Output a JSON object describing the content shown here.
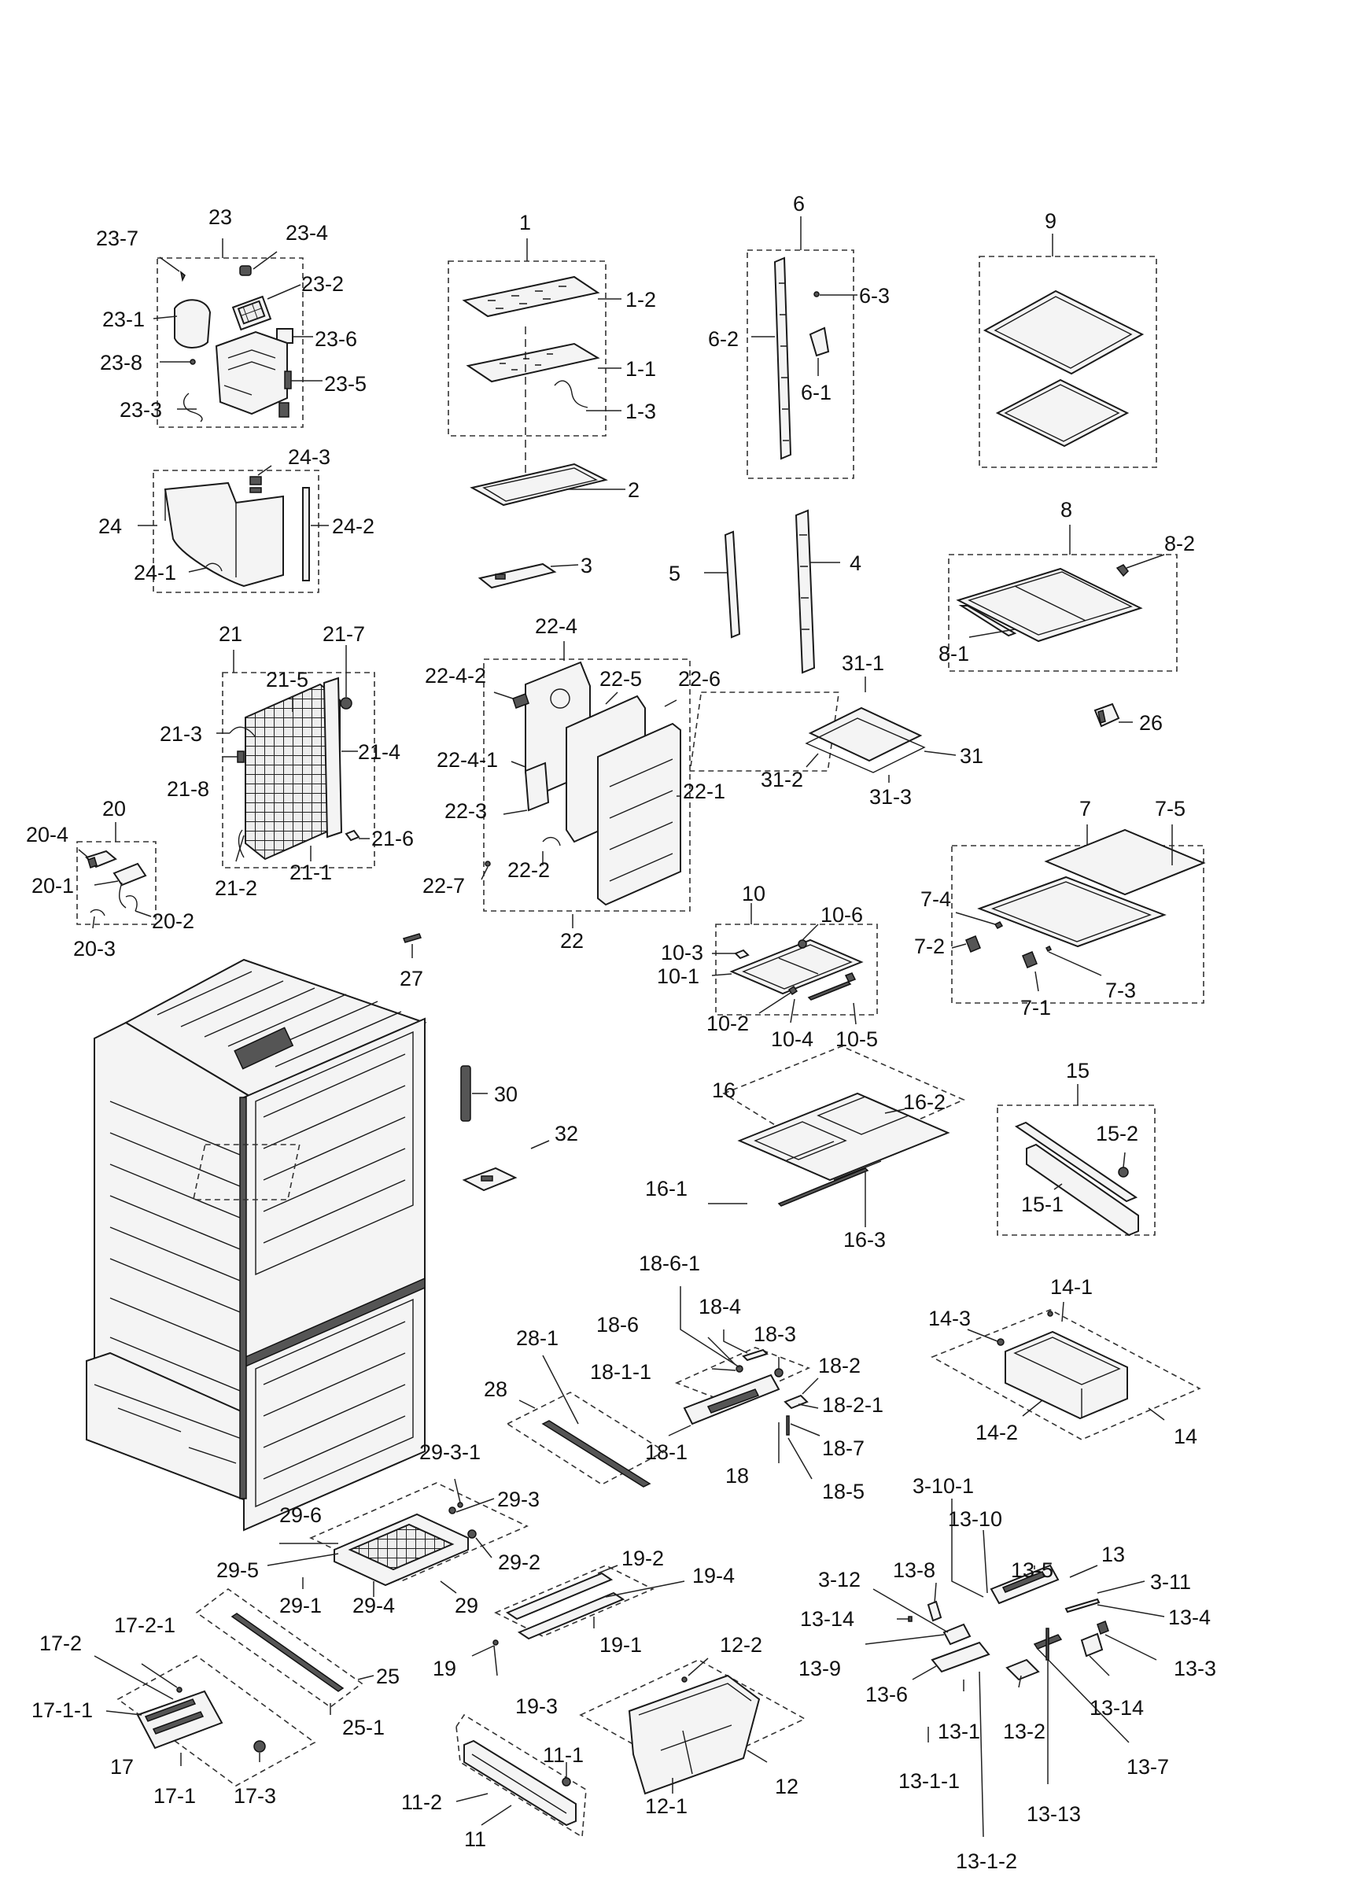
{
  "labels": {
    "l23": "23",
    "l23_7": "23-7",
    "l23_4": "23-4",
    "l23_2": "23-2",
    "l23_1": "23-1",
    "l23_6": "23-6",
    "l23_8": "23-8",
    "l23_5": "23-5",
    "l23_3": "23-3",
    "l24_3": "24-3",
    "l24": "24",
    "l24_2": "24-2",
    "l24_1": "24-1",
    "l1": "1",
    "l1_2": "1-2",
    "l1_1": "1-1",
    "l1_3": "1-3",
    "l2": "2",
    "l3": "3",
    "l6": "6",
    "l6_3": "6-3",
    "l6_2": "6-2",
    "l6_1": "6-1",
    "l5": "5",
    "l4": "4",
    "l9": "9",
    "l8": "8",
    "l8_2": "8-2",
    "l8_1": "8-1",
    "l26": "26",
    "l21": "21",
    "l21_7": "21-7",
    "l21_5": "21-5",
    "l21_3": "21-3",
    "l21_4": "21-4",
    "l21_8": "21-8",
    "l21_6": "21-6",
    "l21_2": "21-2",
    "l21_1": "21-1",
    "l22_4": "22-4",
    "l22_4_2": "22-4-2",
    "l22_5": "22-5",
    "l22_6": "22-6",
    "l22_4_1": "22-4-1",
    "l22_1": "22-1",
    "l22_3": "22-3",
    "l22_2": "22-2",
    "l22_7": "22-7",
    "l22": "22",
    "l31_1": "31-1",
    "l31": "31",
    "l31_2": "31-2",
    "l31_3": "31-3",
    "l20": "20",
    "l20_4": "20-4",
    "l20_1": "20-1",
    "l20_2": "20-2",
    "l20_3": "20-3",
    "l27": "27",
    "l10": "10",
    "l10_6": "10-6",
    "l10_3": "10-3",
    "l10_1": "10-1",
    "l10_2": "10-2",
    "l10_4": "10-4",
    "l10_5": "10-5",
    "l7": "7",
    "l7_5": "7-5",
    "l7_4": "7-4",
    "l7_2": "7-2",
    "l7_3": "7-3",
    "l7_1": "7-1",
    "l30": "30",
    "l32": "32",
    "l16": "16",
    "l16_2": "16-2",
    "l16_1": "16-1",
    "l16_3": "16-3",
    "l15": "15",
    "l15_2": "15-2",
    "l15_1": "15-1",
    "l18_6_1": "18-6-1",
    "l18_4": "18-4",
    "l18_6": "18-6",
    "l18_3": "18-3",
    "l18_2": "18-2",
    "l18_1_1": "18-1-1",
    "l18_2_1": "18-2-1",
    "l18_7": "18-7",
    "l18_1": "18-1",
    "l18": "18",
    "l18_5": "18-5",
    "l28_1": "28-1",
    "l28": "28",
    "l14_1": "14-1",
    "l14_3": "14-3",
    "l14_2": "14-2",
    "l14": "14",
    "l29_3_1": "29-3-1",
    "l29_3": "29-3",
    "l29_6": "29-6",
    "l29_5": "29-5",
    "l29_2": "29-2",
    "l29_1": "29-1",
    "l29_4": "29-4",
    "l29": "29",
    "l3_10_1": "3-10-1",
    "l13_10": "13-10",
    "l13": "13",
    "l13_8": "13-8",
    "l13_5": "13-5",
    "l3_12": "3-12",
    "l3_11": "3-11",
    "l13_14a": "13-14",
    "l13_4": "13-4",
    "l13_9": "13-9",
    "l13_3": "13-3",
    "l13_6": "13-6",
    "l13_14b": "13-14",
    "l13_1": "13-1",
    "l13_2": "13-2",
    "l13_7": "13-7",
    "l13_1_1": "13-1-1",
    "l13_13": "13-13",
    "l13_1_2": "13-1-2",
    "l19_2": "19-2",
    "l19_4": "19-4",
    "l19_1": "19-1",
    "l19": "19",
    "l19_3": "19-3",
    "l17_2": "17-2",
    "l17_2_1": "17-2-1",
    "l17_1_1": "17-1-1",
    "l17": "17",
    "l17_1": "17-1",
    "l17_3": "17-3",
    "l25": "25",
    "l25_1": "25-1",
    "l12_2": "12-2",
    "l12": "12",
    "l12_1": "12-1",
    "l11_1": "11-1",
    "l11_2": "11-2",
    "l11": "11"
  }
}
